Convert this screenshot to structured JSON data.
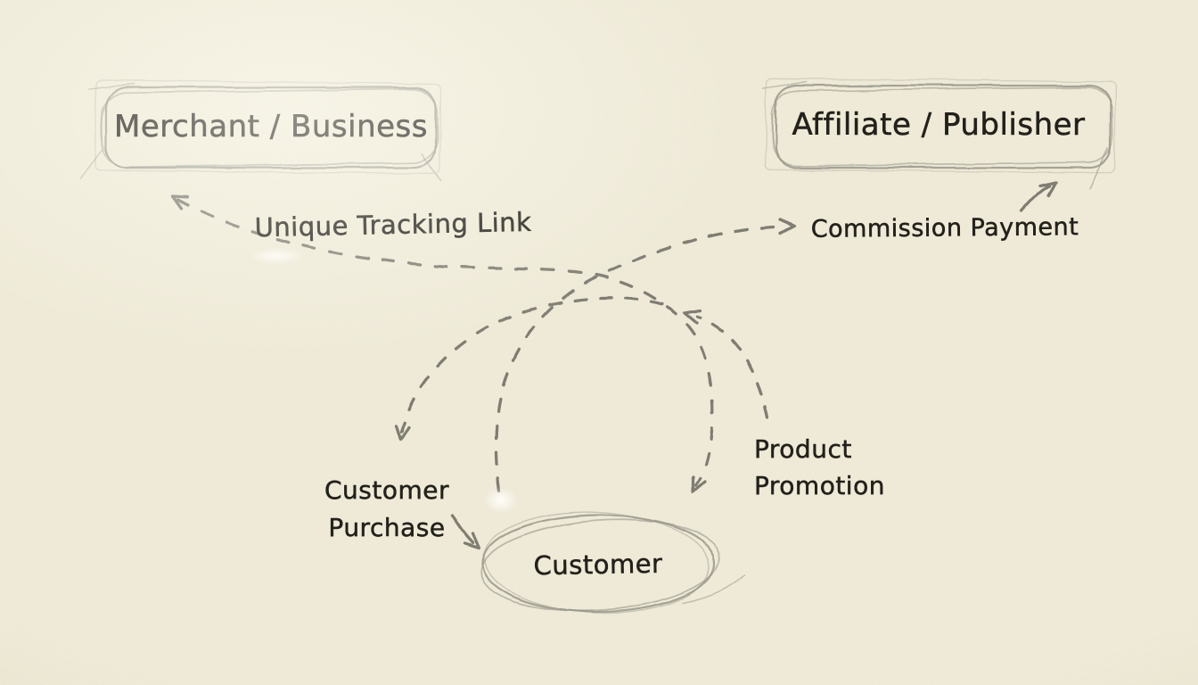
{
  "diagram_type": "hand-drawn-sketch-flow",
  "colors": {
    "paper": "#f1ecd9",
    "pencil_stroke": "#8a887c",
    "box_stroke": "#98968a",
    "ink_text": "#23211b"
  },
  "nodes": {
    "merchant": {
      "label": "Merchant / Business",
      "shape": "sketch-rectangle"
    },
    "affiliate": {
      "label": "Affiliate / Publisher",
      "shape": "sketch-rectangle"
    },
    "customer": {
      "label": "Customer",
      "shape": "sketch-ellipse"
    }
  },
  "edges": {
    "unique_tracking_link": {
      "label": "Unique Tracking Link",
      "style": "dashed-arrow",
      "connects": "merchant-customer"
    },
    "commission_payment": {
      "label": "Commission Payment",
      "style": "dashed-arrow",
      "connects": "customer-affiliate"
    },
    "customer_purchase": {
      "label": "Customer Purchase",
      "style": "dashed-arrow",
      "connects": "to-customer"
    },
    "product_promotion": {
      "label": "Product Promotion",
      "style": "dashed-arrow",
      "connects": "toward-merchant-line"
    }
  }
}
